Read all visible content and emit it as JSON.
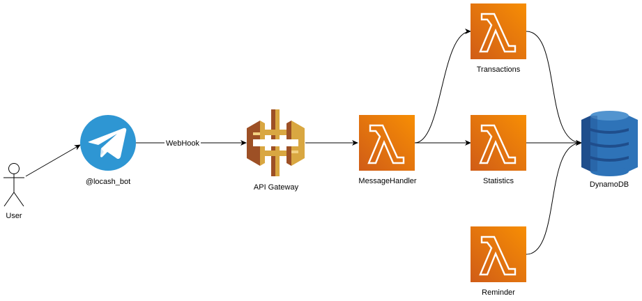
{
  "nodes": {
    "user": {
      "label": "User",
      "icon": "stick-figure-actor-icon"
    },
    "bot": {
      "label": "@locash_bot",
      "icon": "telegram-icon",
      "color": "#2E96D3"
    },
    "gateway": {
      "label": "API Gateway",
      "icon": "api-gateway-icon",
      "color": "#D9A741"
    },
    "handler": {
      "label": "MessageHandler",
      "icon": "lambda-icon"
    },
    "transactions": {
      "label": "Transactions",
      "icon": "lambda-icon"
    },
    "statistics": {
      "label": "Statistics",
      "icon": "lambda-icon"
    },
    "reminder": {
      "label": "Reminder",
      "icon": "lambda-icon"
    },
    "dynamodb": {
      "label": "DynamoDB",
      "icon": "dynamodb-icon",
      "color": "#2E73B8"
    }
  },
  "edges": {
    "webhook": {
      "label": "WebHook"
    }
  },
  "colors": {
    "lambda_gradient_start": "#F78E04",
    "lambda_gradient_end": "#D05C17",
    "edge": "#000000"
  }
}
